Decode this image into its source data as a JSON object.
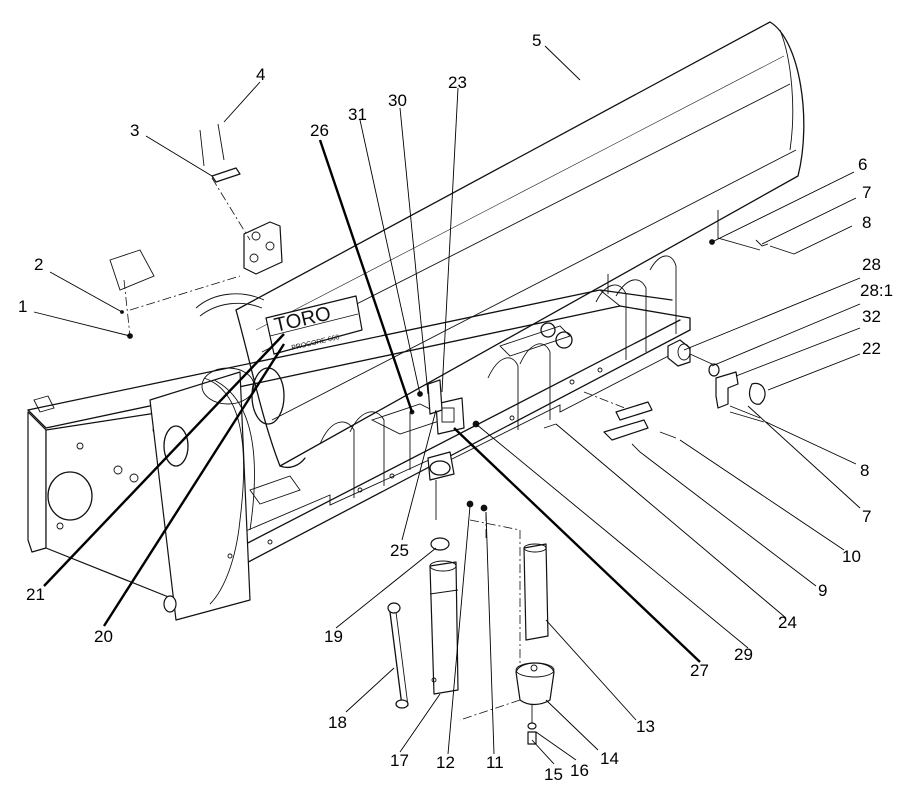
{
  "callouts": {
    "c1": "1",
    "c2": "2",
    "c3": "3",
    "c4": "4",
    "c5": "5",
    "c6": "6",
    "c7a": "7",
    "c7b": "7",
    "c8a": "8",
    "c8b": "8",
    "c9": "9",
    "c10": "10",
    "c11": "11",
    "c12": "12",
    "c13": "13",
    "c14": "14",
    "c15": "15",
    "c16": "16",
    "c17": "17",
    "c18": "18",
    "c19": "19",
    "c20": "20",
    "c21": "21",
    "c22": "22",
    "c23": "23",
    "c24": "24",
    "c25": "25",
    "c26": "26",
    "c27": "27",
    "c28": "28",
    "c28_1": "28:1",
    "c29": "29",
    "c30": "30",
    "c31": "31",
    "c32": "32"
  },
  "decal": {
    "brand": "TORO",
    "model": "PROCORE 660"
  }
}
